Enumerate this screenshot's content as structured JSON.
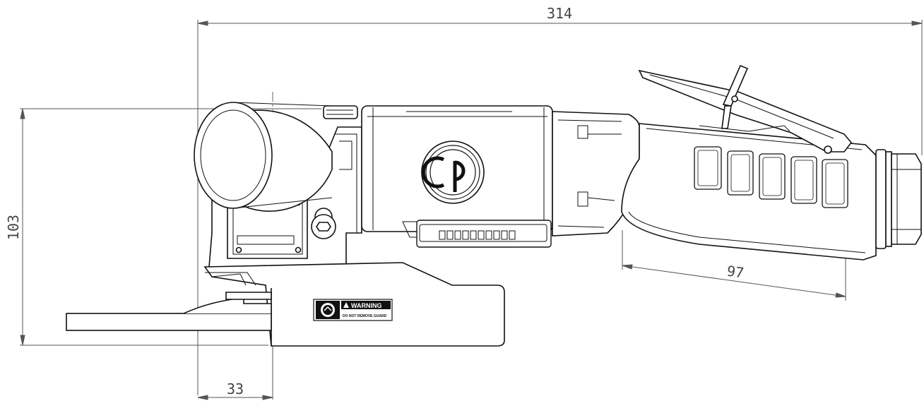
{
  "dimensions": {
    "overall_length": "314",
    "height": "103",
    "handle_length": "97",
    "guard_offset": "33"
  },
  "label": {
    "title": "WARNING",
    "subtitle": "DO NOT REMOVE GUARD"
  },
  "colors": {
    "line": "#111111",
    "dimension": "#444444",
    "background": "#ffffff"
  },
  "icons": [
    "cp-logo-icon",
    "warning-triangle-icon",
    "reading-book-icon",
    "hex-socket-icon"
  ]
}
